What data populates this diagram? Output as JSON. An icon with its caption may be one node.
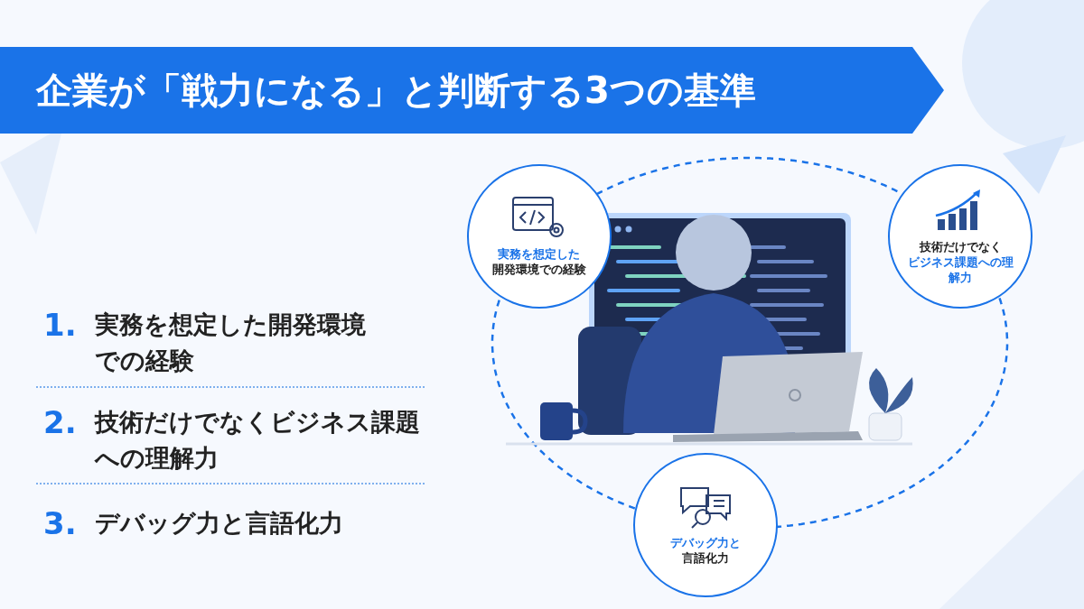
{
  "diagram": {
    "title": "企業が「戦力になる」と判断する3つの基準",
    "nodes": [
      {
        "text": [
          "実務を想定した",
          "開発環境での経験"
        ]
      },
      {
        "text": [
          "技術だけでなく",
          "ビジネス課題への理解力"
        ]
      },
      {
        "text": [
          "デバッグ力と",
          "言語化力"
        ]
      }
    ],
    "edges": [
      {
        "from": 0,
        "to": 1,
        "arrow": "none",
        "style": "dashed"
      },
      {
        "from": 1,
        "to": 2,
        "arrow": "none",
        "style": "dashed"
      },
      {
        "from": 2,
        "to": 0,
        "arrow": "none",
        "style": "dashed"
      }
    ],
    "labels": [
      "1.",
      "実務を想定した開発環境での経験",
      "2.",
      "技術だけでなくビジネス課題への理解力",
      "3.",
      "デバッグ力と言語化力"
    ]
  }
}
